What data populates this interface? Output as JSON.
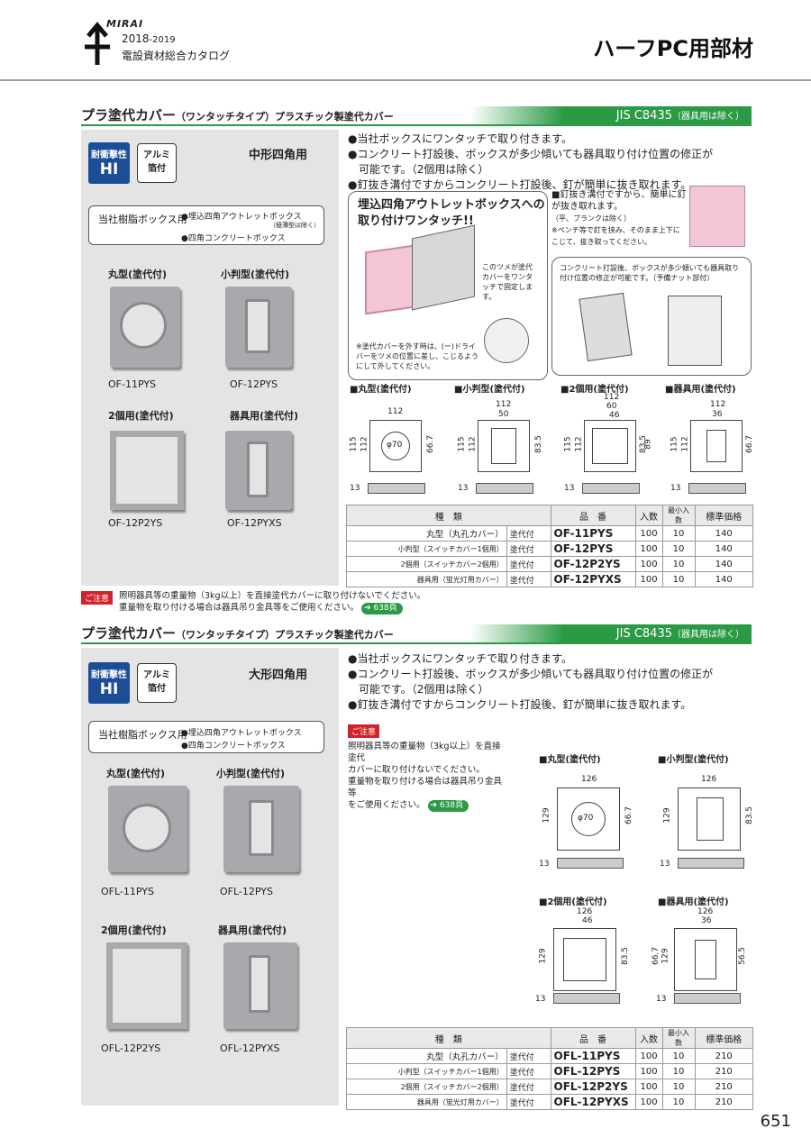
{
  "header": {
    "brand": "MIRAI",
    "year": "2018",
    "year_small": "-2019",
    "catalog": "電設資材総合カタログ",
    "page_title": "ハーフPC用部材"
  },
  "sections": [
    {
      "title": "プラ塗代カバー",
      "title_paren": "（ワンタッチタイプ）プラスチック製塗代カバー",
      "jis": "JIS C8435",
      "jis_note": "（器具用は除く）",
      "badge_hi_top": "耐衝撃性",
      "badge_hi_bottom": "HI",
      "badge_al_line1": "アルミ",
      "badge_al_line2": "箔付",
      "size": "中形四角用",
      "box_label": "当社樹脂ボックス用",
      "box_item1": "●埋込四角アウトレットボックス",
      "box_item1_note": "（極薄型は除く）",
      "box_item2": "●四角コンクリートボックス",
      "products": [
        {
          "title": "丸型(塗代付)",
          "code": "OF-11PYS"
        },
        {
          "title": "小判型(塗代付)",
          "code": "OF-12PYS"
        },
        {
          "title": "2個用(塗代付)",
          "code": "OF-12P2YS"
        },
        {
          "title": "器具用(塗代付)",
          "code": "OF-12PYXS"
        }
      ],
      "features": [
        "●当社ボックスにワンタッチで取り付きます。",
        "●コンクリート打設後、ボックスが多少傾いても器具取り付け位置の修正が",
        "　可能です。（2個用は除く）",
        "●釘抜き溝付ですからコンクリート打設後、釘が簡単に抜き取れます。"
      ],
      "illustration": {
        "title1": "埋込四角アウトレットボックスへの",
        "title2": "取り付けワンタッチ!!",
        "note_claw": "このツメが塗代カバーをワンタッチで固定します。",
        "note_remove": "※塗代カバーを外す時は、(ー)ドライバーをツメの位置に差し、こじるようにして外してください。",
        "nail_title": "■釘抜き溝付ですから、簡単に釘が抜き取れます。",
        "nail_sub": "（平、ブランクは除く）",
        "nail_note": "※ペンチ等で釘を挟み、そのまま上下にこじて、抜き取ってください。",
        "tilt_note": "コンクリート打設後、ボックスが多少傾いても器具取り付け位置の修正が可能です。（予備ナット部付）"
      },
      "drawings": [
        {
          "label": "■丸型(塗代付)",
          "w": "112",
          "h1": "115",
          "h2": "112",
          "inner": "66.7",
          "dia": "φ70",
          "t": "13"
        },
        {
          "label": "■小判型(塗代付)",
          "w": "112",
          "w2": "50",
          "h1": "115",
          "h2": "112",
          "inner": "83.5",
          "t": "13"
        },
        {
          "label": "■2個用(塗代付)",
          "w": "112",
          "w2": "60",
          "w3": "46",
          "h1": "115",
          "h2": "112",
          "inner": "83.5",
          "inner2": "89",
          "t": "13"
        },
        {
          "label": "■器具用(塗代付)",
          "w": "112",
          "w2": "36",
          "h1": "115",
          "h2": "112",
          "inner": "66.7",
          "t": "13"
        }
      ],
      "table": {
        "headers": [
          "種　類",
          "品　番",
          "入数",
          "最小入数",
          "標準価格"
        ],
        "rows": [
          {
            "kind": "丸型（丸孔カバー）",
            "coat": "塗代付",
            "code": "OF-11PYS",
            "qty": "100",
            "min": "10",
            "price": "140"
          },
          {
            "kind": "小判型（スイッチカバー1個用）",
            "coat": "塗代付",
            "code": "OF-12PYS",
            "qty": "100",
            "min": "10",
            "price": "140"
          },
          {
            "kind": "2個用（スイッチカバー2個用）",
            "coat": "塗代付",
            "code": "OF-12P2YS",
            "qty": "100",
            "min": "10",
            "price": "140"
          },
          {
            "kind": "器具用（蛍光灯用カバー）",
            "coat": "塗代付",
            "code": "OF-12PYXS",
            "qty": "100",
            "min": "10",
            "price": "140"
          }
        ]
      },
      "caution_tag": "ご注意",
      "caution1": "照明器具等の重量物（3kg以上）を直接塗代カバーに取り付けないでください。",
      "caution2": "重量物を取り付ける場合は器具吊り金具等をご使用ください。",
      "caution_ref": "638頁"
    },
    {
      "title": "プラ塗代カバー",
      "title_paren": "（ワンタッチタイプ）プラスチック製塗代カバー",
      "jis": "JIS C8435",
      "jis_note": "（器具用は除く）",
      "badge_hi_top": "耐衝撃性",
      "badge_hi_bottom": "HI",
      "badge_al_line1": "アルミ",
      "badge_al_line2": "箔付",
      "size": "大形四角用",
      "box_label": "当社樹脂ボックス用",
      "box_item1": "●埋込四角アウトレットボックス",
      "box_item2": "●四角コンクリートボックス",
      "products": [
        {
          "title": "丸型(塗代付)",
          "code": "OFL-11PYS"
        },
        {
          "title": "小判型(塗代付)",
          "code": "OFL-12PYS"
        },
        {
          "title": "2個用(塗代付)",
          "code": "OFL-12P2YS"
        },
        {
          "title": "器具用(塗代付)",
          "code": "OFL-12PYXS"
        }
      ],
      "features": [
        "●当社ボックスにワンタッチで取り付きます。",
        "●コンクリート打設後、ボックスが多少傾いても器具取り付け位置の修正が",
        "　可能です。（2個用は除く）",
        "●釘抜き溝付ですからコンクリート打設後、釘が簡単に抜き取れます。"
      ],
      "caution_tag": "ご注意",
      "caution_lines": [
        "照明器具等の重量物（3kg以上）を直接塗代",
        "カバーに取り付けないでください。",
        "重量物を取り付ける場合は器具吊り金具等",
        "をご使用ください。"
      ],
      "caution_ref": "638頁",
      "drawings": [
        {
          "label": "■丸型(塗代付)",
          "w": "126",
          "h": "129",
          "inner": "66.7",
          "dia": "φ70",
          "t": "13"
        },
        {
          "label": "■小判型(塗代付)",
          "w": "126",
          "h": "129",
          "inner": "83.5",
          "t": "13"
        },
        {
          "label": "■2個用(塗代付)",
          "w": "126",
          "w2": "46",
          "h": "129",
          "inner": "83.5",
          "t": "13"
        },
        {
          "label": "■器具用(塗代付)",
          "w": "126",
          "w2": "36",
          "h": "129",
          "inner": "66.7",
          "inner2": "56.5",
          "t": "13"
        }
      ],
      "table": {
        "headers": [
          "種　類",
          "品　番",
          "入数",
          "最小入数",
          "標準価格"
        ],
        "rows": [
          {
            "kind": "丸型（丸孔カバー）",
            "coat": "塗代付",
            "code": "OFL-11PYS",
            "qty": "100",
            "min": "10",
            "price": "210"
          },
          {
            "kind": "小判型（スイッチカバー1個用）",
            "coat": "塗代付",
            "code": "OFL-12PYS",
            "qty": "100",
            "min": "10",
            "price": "210"
          },
          {
            "kind": "2個用（スイッチカバー2個用）",
            "coat": "塗代付",
            "code": "OFL-12P2YS",
            "qty": "100",
            "min": "10",
            "price": "210"
          },
          {
            "kind": "器具用（蛍光灯用カバー）",
            "coat": "塗代付",
            "code": "OFL-12PYXS",
            "qty": "100",
            "min": "10",
            "price": "210"
          }
        ]
      }
    }
  ],
  "page_number": "651",
  "colors": {
    "accent_green": "#2a9a45",
    "badge_blue": "#1b4e96",
    "caution_red": "#d3232a"
  }
}
